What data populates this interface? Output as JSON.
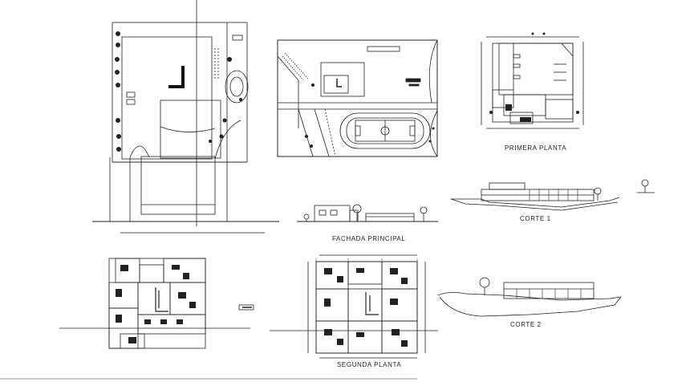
{
  "drawing_labels": {
    "primera_planta": "PRIMERA PLANTA",
    "fachada_principal": "FACHADA PRINCIPAL",
    "corte_1": "CORTE  1",
    "corte_2": "CORTE  2",
    "segunda_planta": "SEGUNDA PLANTA"
  },
  "colors": {
    "line": "#222222",
    "paper": "#ffffff"
  }
}
